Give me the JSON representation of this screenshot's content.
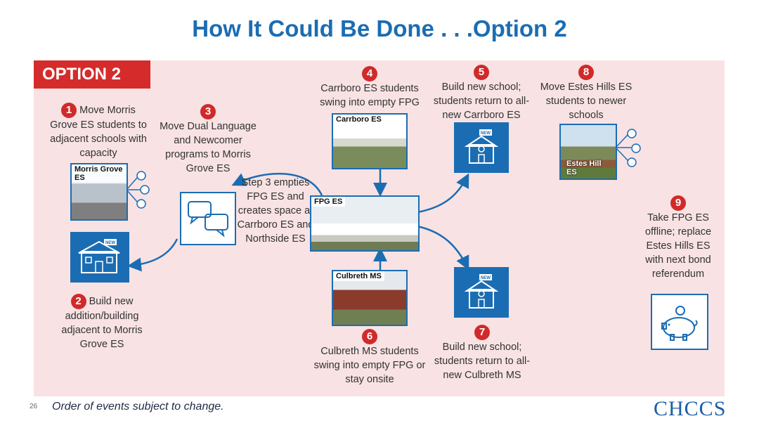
{
  "title": "How It Could Be Done . . .Option 2",
  "option_label": "OPTION 2",
  "steps": {
    "s1": {
      "num": "1",
      "text": "Move Morris Grove ES students to adjacent schools with capacity"
    },
    "s2": {
      "num": "2",
      "text": "Build new addition/building adjacent to Morris Grove ES"
    },
    "s3": {
      "num": "3",
      "text": "Move Dual Language and Newcomer programs to Morris Grove ES"
    },
    "s4": {
      "num": "4",
      "text": "Carrboro ES students swing into empty FPG"
    },
    "s5": {
      "num": "5",
      "text": "Build new school; students return to all-new Carrboro ES"
    },
    "s6": {
      "num": "6",
      "text": "Culbreth MS students swing into empty FPG or stay onsite"
    },
    "s7": {
      "num": "7",
      "text": "Build new school; students return to all-new Culbreth MS"
    },
    "s8": {
      "num": "8",
      "text": "Move Estes Hills ES students to newer schools"
    },
    "s9": {
      "num": "9",
      "text": "Take FPG ES offline; replace Estes Hills ES with next bond referendum"
    }
  },
  "middle_note": "Step 3 empties FPG ES and creates space at Carrboro ES and Northside ES",
  "photos": {
    "morris_grove": "Morris Grove ES",
    "carrboro": "Carrboro ES",
    "fpg": "FPG ES",
    "culbreth": "Culbreth MS",
    "estes": "Estes Hill ES"
  },
  "new_badge": "NEW",
  "icons": [
    "school-new-icon",
    "chat-bubbles-icon",
    "piggy-bank-icon",
    "people-network-icon"
  ],
  "colors": {
    "title": "#1b6db3",
    "panel": "#f8e2e3",
    "tag": "#d52b2b",
    "number": "#d02a2a",
    "arrow": "#1b6db3"
  },
  "footer": {
    "page_number": "26",
    "note": "Order of events subject to change.",
    "logo": "CHCCS"
  }
}
